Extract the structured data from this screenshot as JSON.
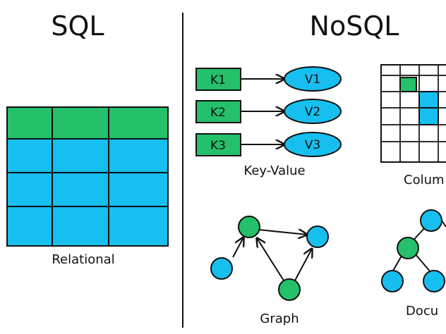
{
  "headings": {
    "sql": "SQL",
    "nosql": "NoSQL"
  },
  "labels": {
    "relational": "Relational",
    "key_value": "Key-Value",
    "column": "Colum",
    "graph": "Graph",
    "document": "Docu"
  },
  "key_value": {
    "pairs": [
      {
        "key": "K1",
        "value": "V1"
      },
      {
        "key": "K2",
        "value": "V2"
      },
      {
        "key": "K3",
        "value": "V3"
      }
    ]
  },
  "colors": {
    "green": "#24c06a",
    "blue": "#16bff0",
    "stroke": "#111111",
    "background": "#ffffff"
  }
}
